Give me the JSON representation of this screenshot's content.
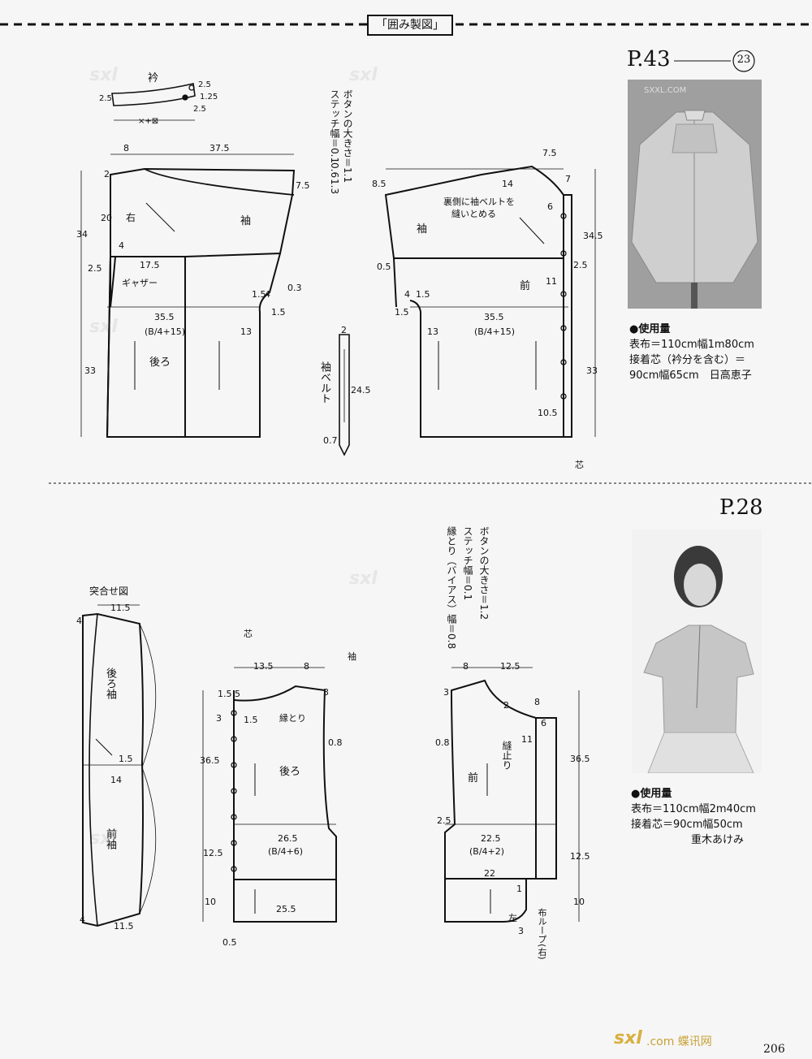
{
  "header": {
    "title": "「囲み製図」"
  },
  "watermark": {
    "site": "SXXL.COM",
    "credit": ".com 蝶讯网",
    "logo": "sxl"
  },
  "page_number": "206",
  "pattern_top": {
    "ref": "P.43",
    "number": "23",
    "collar_label": "衿",
    "collar_dims": [
      "2.5",
      "2.5",
      "1.25",
      "2.5",
      "×+⊠"
    ],
    "sleeve_label": "袖",
    "back_label": "後ろ",
    "front_label": "前",
    "right_label": "右",
    "gather_label": "ギャザー",
    "inside_note": "裏側に袖ベルトを\n縫いとめる",
    "belt_label": "袖ベルト",
    "core_label": "芯",
    "notes_vertical": [
      "ボタンの大きさ＝1.1",
      "ステッチ幅＝0.1",
      "0.6",
      "1.3"
    ],
    "dims_back": [
      "8",
      "37.5",
      "2",
      "7.5",
      "20",
      "34",
      "4",
      "2.5",
      "17.5",
      "1.5",
      "4",
      "0.3",
      "1.5",
      "35.5",
      "(B/4+15)",
      "13",
      "33"
    ],
    "dims_front": [
      "7.5",
      "8.5",
      "14",
      "7",
      "6",
      "34.5",
      "0.5",
      "2.5",
      "11",
      "4",
      "1.5",
      "1.5",
      "35.5",
      "(B/4+15)",
      "13",
      "33",
      "10.5"
    ],
    "dims_belt": [
      "2",
      "24.5",
      "0.7"
    ],
    "materials_title": "●使用量",
    "materials": [
      "表布＝110cm幅1m80cm",
      "接着芯（衿分を含む）＝",
      "90cm幅65cm　日高恵子"
    ]
  },
  "pattern_bottom": {
    "ref": "P.28",
    "joined_label": "突合せ図",
    "back_sleeve": "後ろ袖",
    "front_sleeve": "前袖",
    "back_label": "後ろ",
    "front_label": "前",
    "binding_label": "縁とり",
    "stitch_stop": "縫止り",
    "left_label": "左",
    "loop_label": "布ループ(右)",
    "core_label": "芯",
    "sleeve_label": "袖",
    "notes_vertical": [
      "ボタンの大きさ＝1.2",
      "ステッチ幅＝0.1",
      "縁とり（バイアス）幅＝0.8"
    ],
    "dims_sleeve": [
      "11.5",
      "4",
      "1.5",
      "14",
      "4",
      "11.5"
    ],
    "dims_back": [
      "13.5",
      "8",
      "1.5",
      "5",
      "3",
      "3",
      "1.5",
      "36.5",
      "0.8",
      "26.5",
      "(B/4+6)",
      "12.5",
      "25.5",
      "10",
      "0.5"
    ],
    "dims_front": [
      "8",
      "12.5",
      "3",
      "2",
      "8",
      "6",
      "0.8",
      "11",
      "36.5",
      "2.5",
      "22.5",
      "(B/4+2)",
      "12.5",
      "22",
      "1",
      "10",
      "3"
    ],
    "materials_title": "●使用量",
    "materials": [
      "表布＝110cm幅2m40cm",
      "接着芯＝90cm幅50cm",
      "重木あけみ"
    ]
  }
}
